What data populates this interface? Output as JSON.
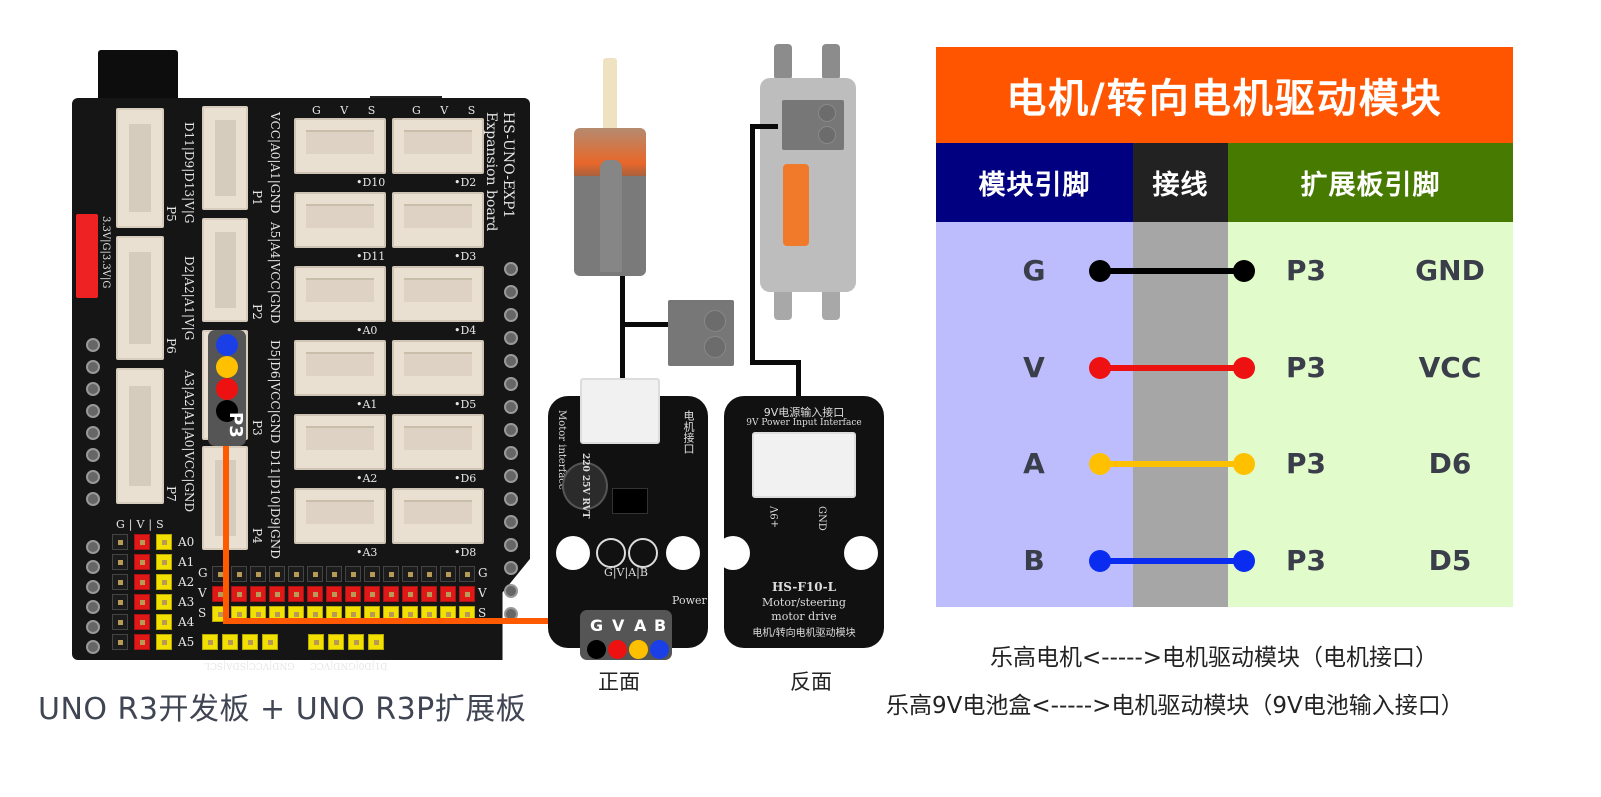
{
  "board": {
    "caption": "UNO R3开发板 + UNO R3P扩展板",
    "title_line1": "HS-UNO-EXP1",
    "title_line2": "Expansion board",
    "socket_header_label": "G V S",
    "sockets_col1": [
      "D10",
      "D11",
      "A0",
      "A1",
      "A2",
      "A3"
    ],
    "sockets_col2": [
      "D2",
      "D3",
      "D4",
      "D5",
      "D6",
      "D8"
    ],
    "port_labels": {
      "P1": "VCC|A0|A1|GND",
      "P2": "A5|A4|VCC|GND",
      "P3": "D5|D6|VCC|GND",
      "P4": "D11|D10|D9|GND",
      "P5": "D11|D9|D13|V|G",
      "P6": "D2|A2|A1|V|G",
      "P7": "A3|A2|A1|A0|VCC|GND"
    },
    "port_names": [
      "P1",
      "P2",
      "P3",
      "P4",
      "P5",
      "P6",
      "P7"
    ],
    "power_label": "3.3V|G|3.3V|G",
    "gvs_label": "G|V|S",
    "analog_labels": [
      "A0",
      "A1",
      "A2",
      "A3",
      "A4",
      "A5"
    ],
    "row_side_labels": [
      "G",
      "V",
      "S"
    ],
    "bottom_labels_1": "GND|VCC|SDA|SCL",
    "bottom_labels_2": "D1|D0|GND|VCC",
    "highlight_tag": {
      "label": "P3",
      "colors": [
        "#1a3fe6",
        "#ffc000",
        "#ee1111",
        "#000000"
      ]
    }
  },
  "lego": {
    "motor_name": "乐高电机",
    "battery_name": "乐高9V电池盒"
  },
  "module_front": {
    "caption": "正面",
    "motor_interface_en": "Motor interface",
    "motor_interface_cn": "电机接口",
    "capacitor": "220 25V RVT",
    "pins_label": "G|V|A|B",
    "power_label": "Power",
    "tag_letters": [
      "G",
      "V",
      "A",
      "B"
    ],
    "tag_colors": [
      "#000000",
      "#ee1111",
      "#ffc000",
      "#1a3fe6"
    ]
  },
  "module_back": {
    "caption": "反面",
    "interface_cn": "9V电源输入接口",
    "interface_en": "9V Power Input Interface",
    "pin_plus": "+9V",
    "pin_gnd": "GND",
    "model": "HS-F10-L",
    "desc_line1": "Motor/steering",
    "desc_line2": "motor drive",
    "desc_cn": "电机/转向电机驱动模块"
  },
  "table": {
    "title": "电机/转向电机驱动模块",
    "headers": [
      "模块引脚",
      "接线",
      "扩展板引脚"
    ],
    "header_colors": [
      "#000080",
      "#222222",
      "#467a00"
    ],
    "column_colors": [
      "#bdbdfe",
      "#a6a6a6",
      "#e2fbcb"
    ],
    "title_color": "#ff5500",
    "rows": [
      {
        "module_pin": "G",
        "port": "P3",
        "board_pin": "GND",
        "wire_color": "#000000"
      },
      {
        "module_pin": "V",
        "port": "P3",
        "board_pin": "VCC",
        "wire_color": "#ee1111"
      },
      {
        "module_pin": "A",
        "port": "P3",
        "board_pin": "D6",
        "wire_color": "#ffc000"
      },
      {
        "module_pin": "B",
        "port": "P3",
        "board_pin": "D5",
        "wire_color": "#0a2cf0"
      }
    ]
  },
  "notes": [
    "乐高电机<----->电机驱动模块（电机接口）",
    "乐高9V电池盒<----->电机驱动模块（9V电池输入接口）"
  ]
}
